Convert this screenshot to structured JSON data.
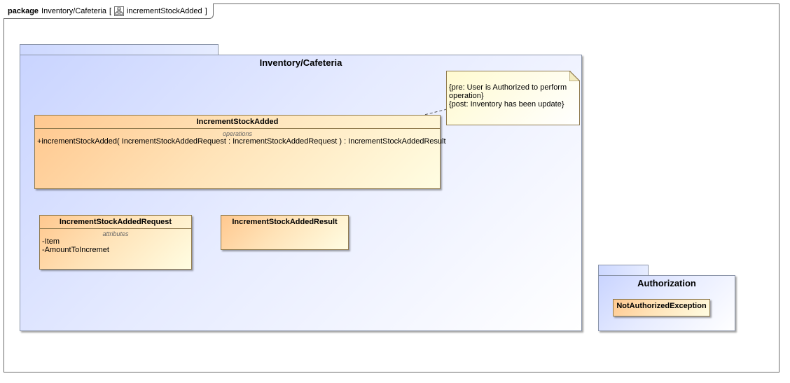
{
  "frame": {
    "keyword": "package",
    "path": "Inventory/Cafeteria",
    "open_bracket": "[",
    "diagram_name": "incrementStockAdded",
    "close_bracket": "]",
    "diagram_icon": "class-diagram-icon"
  },
  "packages": {
    "cafeteria": {
      "name": "Inventory/Cafeteria",
      "note": {
        "pre": "{pre: User is Authorized to perform operation}",
        "post": "{post: Inventory has been update}"
      },
      "classes": {
        "increment": {
          "name": "IncrementStockAdded",
          "section_label": "operations",
          "operation": "+incrementStockAdded( IncrementStockAddedRequest : IncrementStockAddedRequest ) : IncrementStockAddedResult"
        },
        "request": {
          "name": "IncrementStockAddedRequest",
          "section_label": "attributes",
          "attributes": [
            "-Item",
            "-AmountToIncremet"
          ]
        },
        "result": {
          "name": "IncrementStockAddedResult"
        }
      }
    },
    "authorization": {
      "name": "Authorization",
      "classes": {
        "exception": {
          "name": "NotAuthorizedException"
        }
      }
    }
  },
  "colors": {
    "package_fill": "#d6dfff",
    "class_fill_start": "#ffc88f",
    "class_fill_end": "#fffde2",
    "note_fill": "#fffad0",
    "border": "#8f7a4e"
  }
}
